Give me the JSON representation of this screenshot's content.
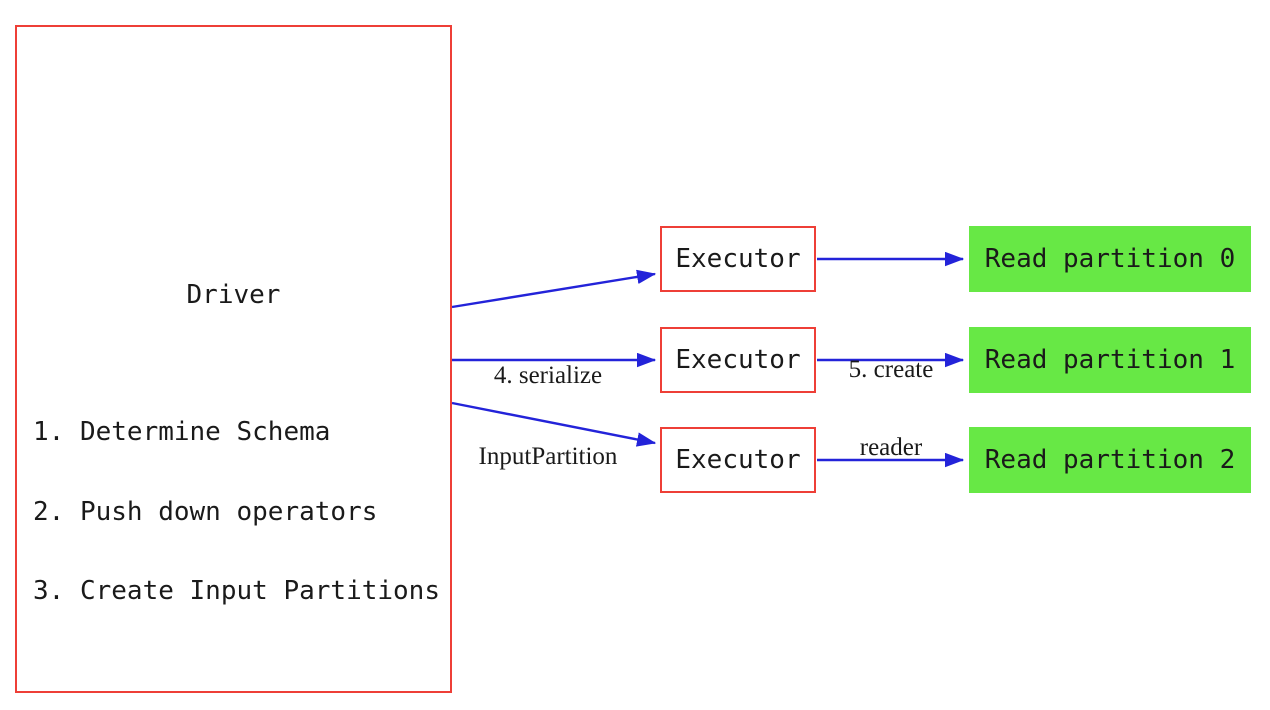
{
  "diagram": {
    "driver": {
      "title": "Driver",
      "steps": [
        "1. Determine Schema",
        "2. Push down operators",
        "3. Create Input Partitions"
      ]
    },
    "executors": [
      {
        "label": "Executor"
      },
      {
        "label": "Executor"
      },
      {
        "label": "Executor"
      }
    ],
    "partitions": [
      {
        "label": "Read partition 0"
      },
      {
        "label": "Read partition 1"
      },
      {
        "label": "Read partition 2"
      }
    ],
    "edge_labels": {
      "serialize": {
        "line1": "4. serialize",
        "line2": "InputPartition"
      },
      "create_reader": {
        "line1": "5. create",
        "line2": "reader"
      }
    },
    "colors": {
      "box_border_red": "#ee3f37",
      "partition_green": "#67e845",
      "arrow_blue": "#2323d9",
      "text_black": "#1a1a1a",
      "background": "#ffffff"
    }
  }
}
